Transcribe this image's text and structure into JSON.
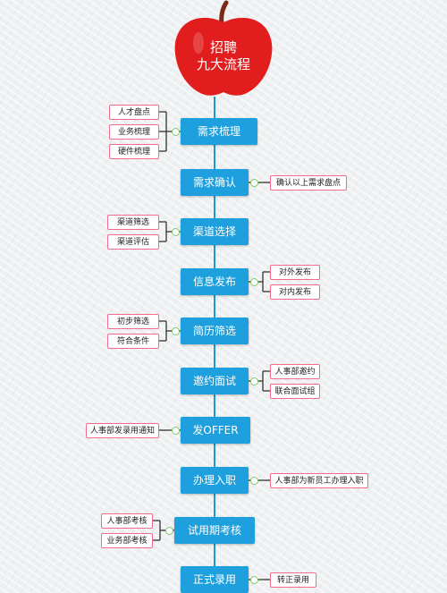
{
  "title": {
    "line1": "招聘",
    "line2": "九大流程"
  },
  "steps": [
    {
      "label": "需求梳理",
      "notes": [
        "人才盘点",
        "业务梳理",
        "硬件梳理"
      ],
      "side": "left"
    },
    {
      "label": "需求确认",
      "notes": [
        "确认以上需求盘点"
      ],
      "side": "right"
    },
    {
      "label": "渠道选择",
      "notes": [
        "渠道筛选",
        "渠道评估"
      ],
      "side": "left"
    },
    {
      "label": "信息发布",
      "notes": [
        "对外发布",
        "对内发布"
      ],
      "side": "right"
    },
    {
      "label": "简历筛选",
      "notes": [
        "初步筛选",
        "符合条件"
      ],
      "side": "left"
    },
    {
      "label": "邀约面试",
      "notes": [
        "人事部邀约",
        "联合面试组"
      ],
      "side": "right"
    },
    {
      "label": "发OFFER",
      "notes": [
        "人事部发录用通知"
      ],
      "side": "left"
    },
    {
      "label": "办理入职",
      "notes": [
        "人事部为新员工办理入职"
      ],
      "side": "right"
    },
    {
      "label": "试用期考核",
      "notes": [
        "人事部考核",
        "业务部考核"
      ],
      "side": "left"
    },
    {
      "label": "正式录用",
      "notes": [
        "转正录用"
      ],
      "side": "right"
    }
  ],
  "colors": {
    "apple": "#e21d1d",
    "stem": "#7a2a16",
    "step_fill": "#1ea0df",
    "note_border": "#ef6c8a",
    "connector": "#333333",
    "spine": "#1e9ad6",
    "junction": "#7cc86b"
  }
}
